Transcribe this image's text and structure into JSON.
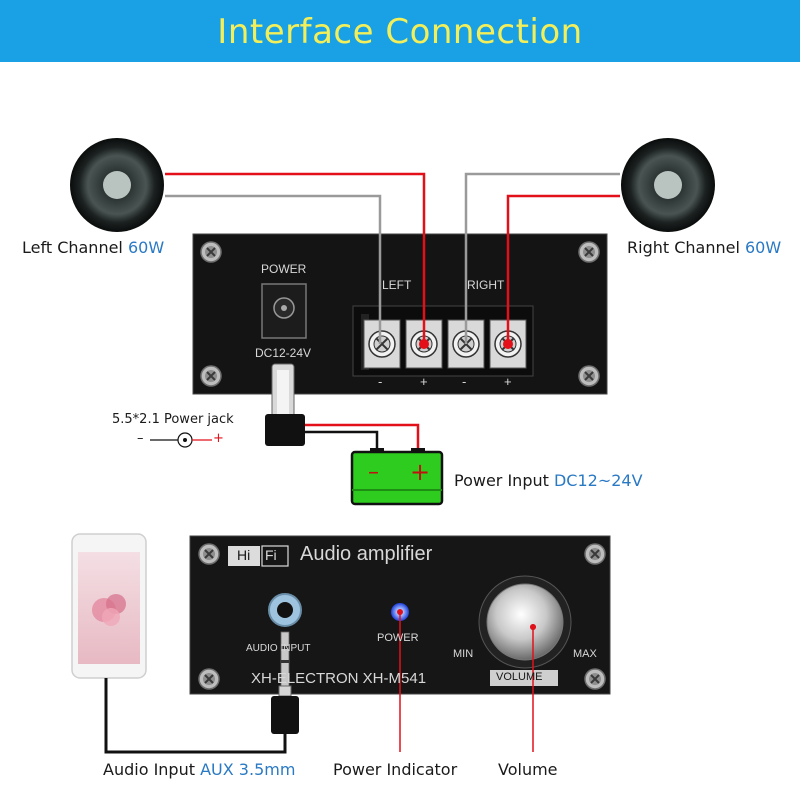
{
  "title": "Interface Connection",
  "colors": {
    "banner": "#1aa0e4",
    "title": "#f2ef5a",
    "accent": "#2a79c4",
    "wire_red": "#e3101a",
    "wire_gray": "#9a9a9a",
    "battery": "#2ecc1e"
  },
  "speakers": {
    "left": {
      "label": "Left Channel",
      "power": "60W"
    },
    "right": {
      "label": "Right Channel",
      "power": "60W"
    }
  },
  "rear_panel": {
    "power_label": "POWER",
    "dc_label": "DC12-24V",
    "left_label": "LEFT",
    "right_label": "RIGHT",
    "terminals": [
      "-",
      "+",
      "-",
      "+"
    ]
  },
  "power_jack": {
    "label": "5.5*2.1  Power jack",
    "minus": "–",
    "plus": "+"
  },
  "battery": {
    "minus": "–",
    "plus": "+"
  },
  "power_input": {
    "label": "Power Input",
    "value": "DC12~24V"
  },
  "front_panel": {
    "hifi_a": "Hi",
    "hifi_b": "Fi",
    "title": "Audio amplifier",
    "audio_input": "AUDIO INPUT",
    "power": "POWER",
    "brand": "XH-ELECTRON  XH-M541",
    "min": "MIN",
    "max": "MAX",
    "volume": "VOLUME"
  },
  "callouts": {
    "audio_input": {
      "label": "Audio Input",
      "value": "AUX 3.5mm"
    },
    "power_indicator": "Power Indicator",
    "volume": "Volume"
  },
  "icons": [
    "speaker-icon",
    "screw-icon",
    "dc-jack-icon",
    "terminal-screw-icon",
    "battery-icon",
    "phone-icon",
    "aux-plug-icon",
    "led-icon",
    "knob-icon"
  ]
}
